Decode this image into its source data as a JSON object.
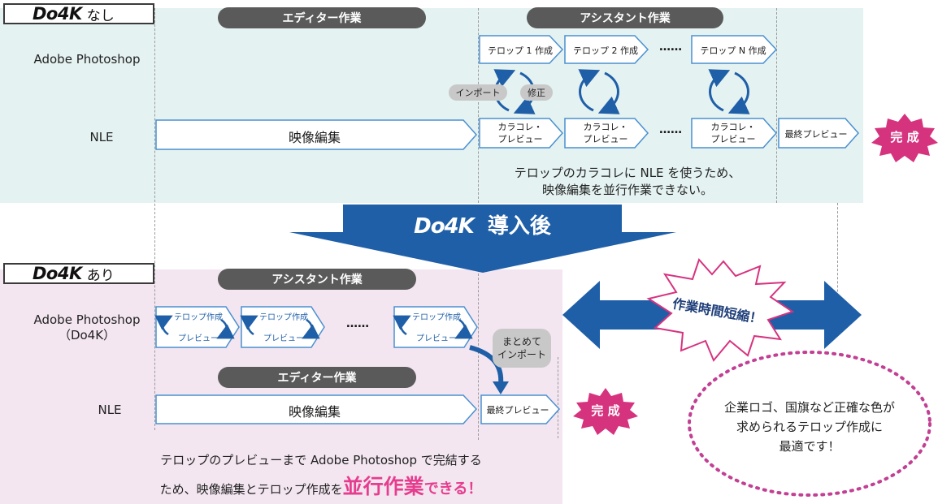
{
  "before": {
    "logo": "Do4K",
    "tab_suffix": "なし",
    "editor_pill": "エディター作業",
    "assistant_pill": "アシスタント作業",
    "row_ps": "Adobe Photoshop",
    "row_nle": "NLE",
    "video_edit": "映像編集",
    "telop_steps": [
      "テロップ 1 作成",
      "テロップ 2 作成",
      "テロップ N 作成"
    ],
    "ellipsis": "……",
    "import_label": "インポート",
    "fix_label": "修正",
    "color_steps": [
      "カラコレ・\nプレビュー",
      "カラコレ・\nプレビュー",
      "カラコレ・\nプレビュー"
    ],
    "final_preview": "最終プレビュー",
    "complete": "完 成",
    "caption_line1": "テロップのカラコレに NLE を使うため、",
    "caption_line2": "映像編集を並行作業できない。"
  },
  "banner": {
    "logo": "Do4K",
    "text": "導入後"
  },
  "after": {
    "logo": "Do4K",
    "tab_suffix": "あり",
    "assistant_pill": "アシスタント作業",
    "editor_pill": "エディター作業",
    "row_ps_line1": "Adobe Photoshop",
    "row_ps_line2": "（Do4K）",
    "row_nle": "NLE",
    "step_top": "テロップ作成",
    "step_bottom": "プレビュー",
    "ellipsis": "……",
    "batch_import": "まとめて\nインポート",
    "video_edit": "映像編集",
    "final_preview": "最終プレビュー",
    "complete": "完 成",
    "caption_line1": "テロップのプレビューまで Adobe Photoshop で完結する",
    "caption_line2_a": "ため、映像編集とテロップ作成を",
    "caption_line2_b": "並行作業",
    "caption_line2_c": "できる！"
  },
  "reduction": "作業時間短縮！",
  "bubble": "企業ロゴ、国旗など正確な色が\n求められるテロップ作成に\n最適です！",
  "colors": {
    "panel_top": "#e4f2f1",
    "panel_bottom": "#f3e6f0",
    "blue": "#1f5fa8",
    "arrow_outline": "#4a90d0",
    "pill": "#5a5a5a",
    "starburst": "#d6337f",
    "highlight": "#e63d8e"
  }
}
